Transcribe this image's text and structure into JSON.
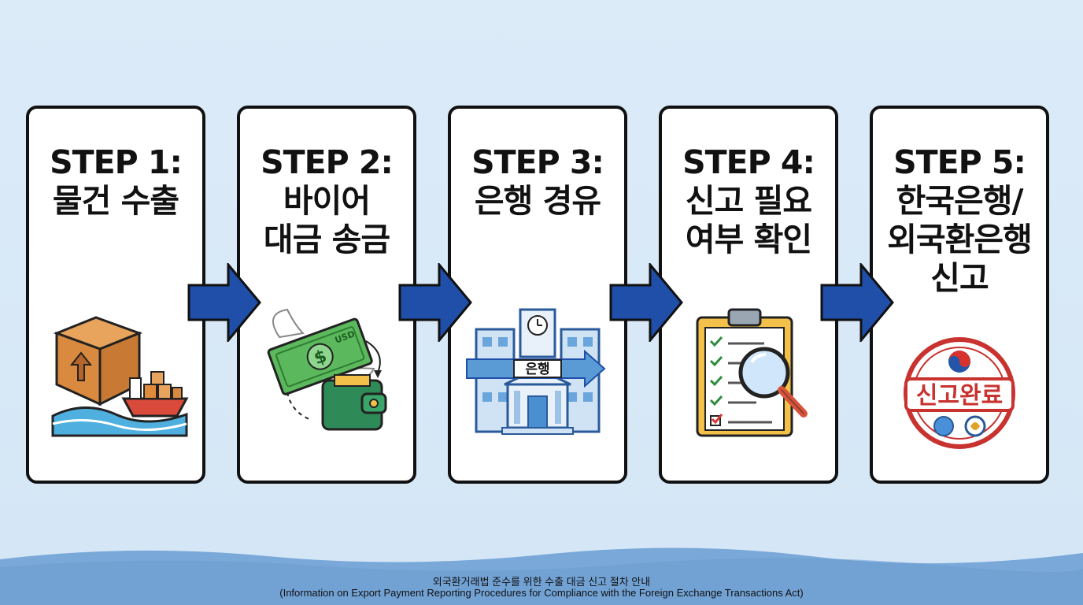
{
  "steps": [
    {
      "label": "STEP 1:",
      "lines": [
        "물건 수출"
      ],
      "icon": "cargo-ship-box-icon"
    },
    {
      "label": "STEP 2:",
      "lines": [
        "바이어",
        "대금 송금"
      ],
      "icon": "flying-money-wallet-icon",
      "currency": "USD"
    },
    {
      "label": "STEP 3:",
      "lines": [
        "은행 경유"
      ],
      "icon": "bank-building-icon",
      "sign": "은행"
    },
    {
      "label": "STEP 4:",
      "lines": [
        "신고 필요",
        "여부 확인"
      ],
      "icon": "checklist-magnifier-icon"
    },
    {
      "label": "STEP 5:",
      "lines": [
        "한국은행/",
        "외국환은행",
        "신고"
      ],
      "icon": "report-complete-stamp-icon",
      "stamp": "신고완료"
    }
  ],
  "footer": {
    "line1": "외국환거래법 준수를 위한 수출 대금 신고 절차 안내",
    "line2": "(Information on Export Payment Reporting Procedures for Compliance with the Foreign Exchange Transactions Act)"
  },
  "colors": {
    "background": "#dcebf8",
    "arrow": "#1f4fa8",
    "card_border": "#111111",
    "stamp_red": "#c8322f",
    "wave": "#7aa8d8"
  }
}
